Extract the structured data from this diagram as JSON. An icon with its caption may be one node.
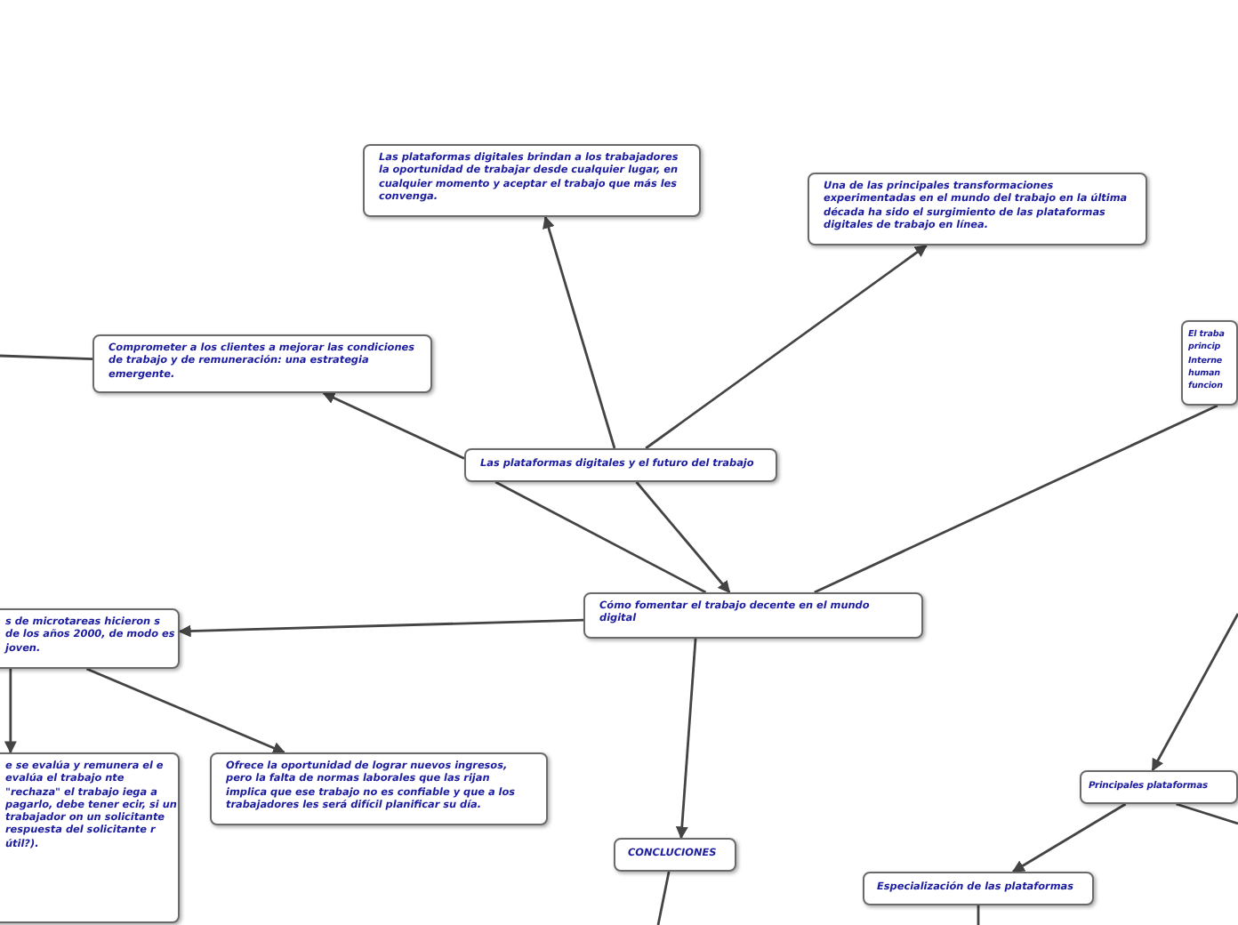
{
  "diagram": {
    "nodes": [
      {
        "text": [
          "Las plataformas digitales y el futuro del trabajo"
        ]
      },
      {
        "text": [
          "Las plataformas digitales brindan a los trabajadores la oportunidad de trabajar desde cualquier lugar, en cualquier momento y aceptar el trabajo que más les convenga."
        ]
      },
      {
        "text": [
          "Una de las principales transformaciones experimentadas en el mundo del trabajo en la última década ha sido el surgimiento de las plataformas digitales de trabajo en línea."
        ]
      },
      {
        "text": [
          "Comprometer a los clientes a mejorar las condiciones de trabajo y de remuneración: una estrategia emergente."
        ]
      },
      {
        "text": [
          "El traba princip Interne human funcion"
        ]
      },
      {
        "text": [
          "Cómo fomentar el trabajo decente en el mundo digital"
        ]
      },
      {
        "text": [
          "s de microtareas hicieron s de los años 2000, de modo es joven."
        ]
      },
      {
        "text": [
          "e se evalúa y remunera el e evalúa el trabajo nte \"rechaza\" el trabajo iega a pagarlo, debe tener ecir, si un trabajador on un solicitante respuesta del solicitante r útil?)."
        ]
      },
      {
        "text": [
          "Ofrece la oportunidad de lograr nuevos ingresos, pero la falta de normas laborales que las rijan implica que ese trabajo no es confiable y que a los trabajadores les será difícil planificar su día."
        ]
      },
      {
        "text": [
          "CONCLUCIONES"
        ]
      },
      {
        "text": [
          "Principales plataformas"
        ]
      },
      {
        "text": [
          "Especialización de las plataformas"
        ]
      }
    ],
    "edges": [
      {
        "from": 0,
        "to": 1,
        "arrow": "to"
      },
      {
        "from": 0,
        "to": 2,
        "arrow": "to"
      },
      {
        "from": 0,
        "to": 3,
        "arrow": "to"
      },
      {
        "from": 0,
        "to": 5,
        "arrow": "to"
      },
      {
        "from": 0,
        "to": 5,
        "arrow": "none"
      },
      {
        "from": 5,
        "to": 6,
        "arrow": "to"
      },
      {
        "from": 5,
        "to": 4,
        "arrow": "none"
      },
      {
        "from": 5,
        "to": 9,
        "arrow": "to"
      },
      {
        "from": 6,
        "to": 7,
        "arrow": "to"
      },
      {
        "from": 6,
        "to": 8,
        "arrow": "to"
      },
      {
        "from": null,
        "to": 3,
        "arrow": "none"
      },
      {
        "from": null,
        "to": 10,
        "arrow": "to"
      },
      {
        "from": 9,
        "to": null,
        "arrow": "none"
      },
      {
        "from": 10,
        "to": 11,
        "arrow": "to"
      },
      {
        "from": 10,
        "to": null,
        "arrow": "none"
      },
      {
        "from": 11,
        "to": null,
        "arrow": "none"
      }
    ]
  }
}
